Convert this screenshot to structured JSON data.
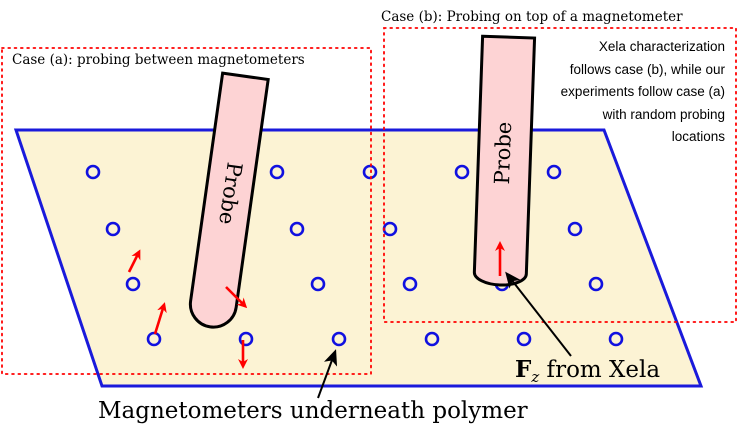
{
  "labels": {
    "case_a": "Case (a): probing between magnetometers",
    "case_b": "Case (b): Probing on top of a magnetometer",
    "probe": "Probe",
    "fz_symbol": "F",
    "fz_subscript": "z",
    "fz_rest": " from Xela",
    "magnetometers": "Magnetometers underneath polymer",
    "note": "Xela characterization follows case (b), while our experiments follow case (a) with random probing locations"
  },
  "colors": {
    "polymer_fill": "#fcf3d4",
    "polymer_edge": "#1a1adb",
    "magnetometer": "#1010e0",
    "probe_fill": "#fdd3d4",
    "probe_edge": "#000000",
    "force_arrow": "#ff0000",
    "case_box": "#ff0000",
    "pointer_arrow": "#000000"
  }
}
